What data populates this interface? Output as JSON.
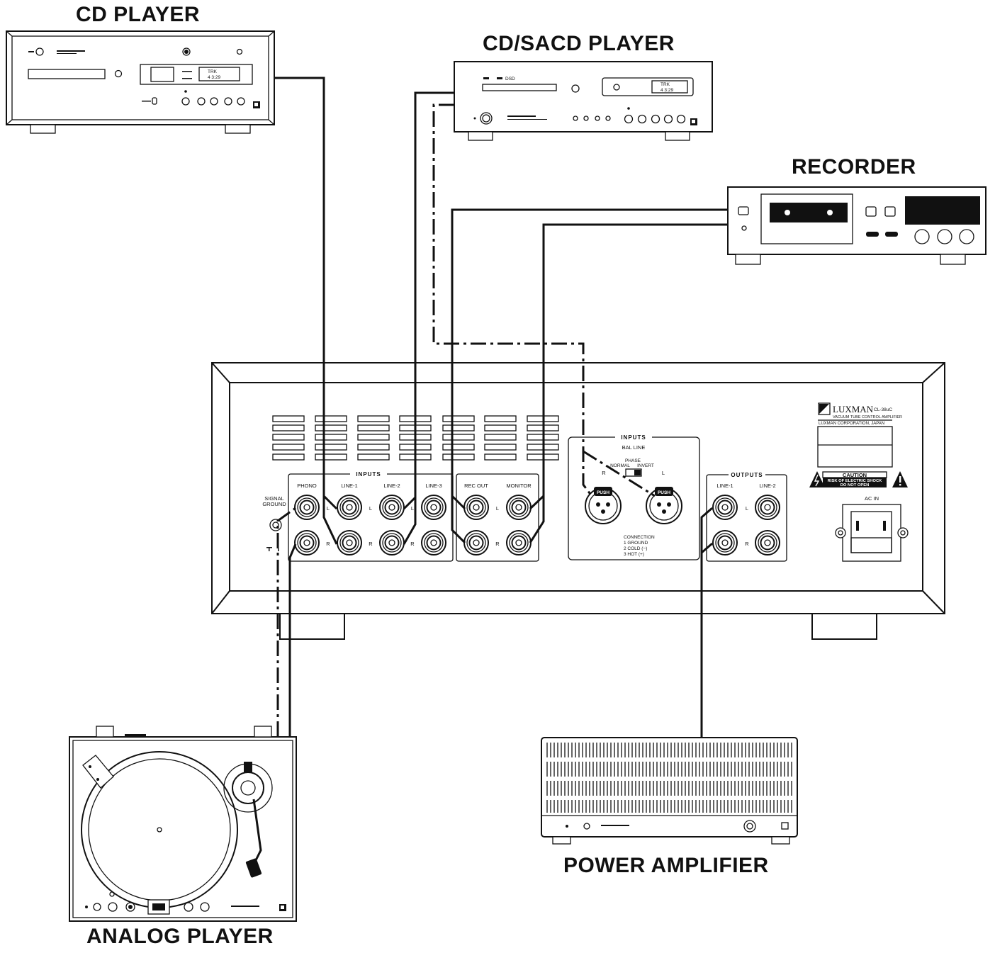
{
  "devices": {
    "cd_player": "CD PLAYER",
    "sacd_player": "CD/SACD PLAYER",
    "recorder": "RECORDER",
    "power_amplifier": "POWER AMPLIFIER",
    "analog_player": "ANALOG PLAYER"
  },
  "cd_display": {
    "line1": "TRK",
    "line2": "4  3:29"
  },
  "sacd_display": {
    "line1": "TRK",
    "line2": "4  3:29"
  },
  "sacd_logo": "DSD",
  "amp_panel": {
    "brand": "LUXMAN",
    "model": "CL-38uC",
    "model_sub": "VACUUM TUBE CONTROL AMPLIFIER",
    "corp": "LUXMAN CORPORATION, JAPAN",
    "caution": "CAUTION",
    "caution_1": "RISK OF ELECTRIC SHOCK",
    "caution_2": "DO NOT OPEN",
    "ac_in": "AC IN",
    "signal_ground_1": "SIGNAL",
    "signal_ground_2": "GROUND",
    "inputs": "INPUTS",
    "phono": "PHONO",
    "line1": "LINE-1",
    "line2": "LINE-2",
    "line3": "LINE-3",
    "rec_out": "REC OUT",
    "monitor": "MONITOR",
    "bal_inputs": "INPUTS",
    "bal_line": "BAL LINE",
    "phase": "PHASE",
    "normal": "NORMAL",
    "invert": "INVERT",
    "r": "R",
    "l": "L",
    "push": "PUSH",
    "connection": "CONNECTION",
    "conn_1": "1 GROUND",
    "conn_2": "2 COLD (−)",
    "conn_3": "3 HOT (+)",
    "outputs": "OUTPUTS",
    "out_line1": "LINE-1",
    "out_line2": "LINE-2"
  }
}
